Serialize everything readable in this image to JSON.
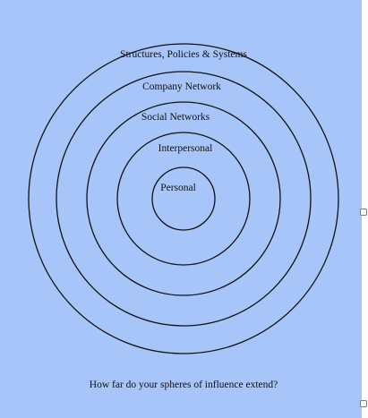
{
  "diagram": {
    "rings": [
      {
        "label": "Structures, Policies & Systems"
      },
      {
        "label": "Company Network"
      },
      {
        "label": "Social Networks"
      },
      {
        "label": "Interpersonal"
      },
      {
        "label": "Personal"
      }
    ],
    "caption": "How far do your spheres of influence extend?"
  },
  "colors": {
    "background": "#a7c5f8",
    "stroke": "#111111"
  }
}
